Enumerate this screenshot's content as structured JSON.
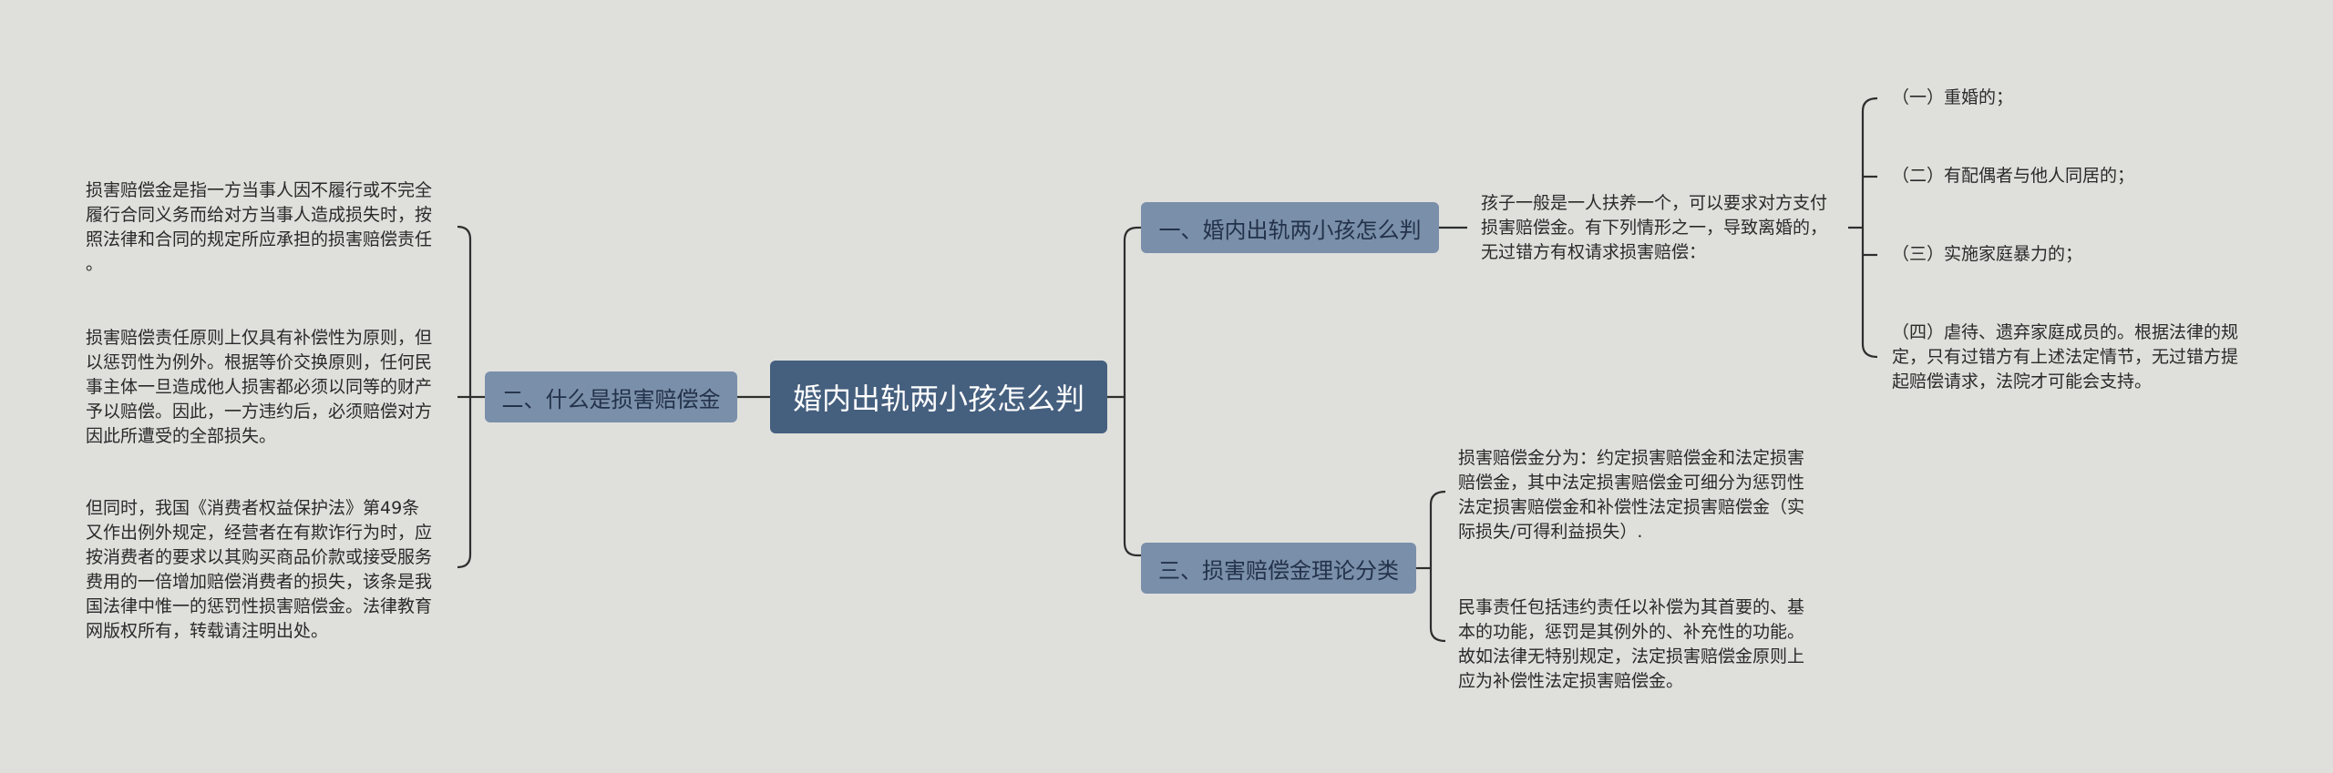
{
  "root": {
    "label": "婚内出轨两小孩怎么判"
  },
  "branches": {
    "left": {
      "label": "二、什么是损害赔偿金",
      "leaves": [
        [
          "损害赔偿金是指一方当事人因不履行或不完全",
          "履行合同义务而给对方当事人造成损失时，按",
          "照法律和合同的规定所应承担的损害赔偿责任",
          "。"
        ],
        [
          "损害赔偿责任原则上仅具有补偿性为原则，但",
          "以惩罚性为例外。根据等价交换原则，任何民",
          "事主体一旦造成他人损害都必须以同等的财产",
          "予以赔偿。因此，一方违约后，必须赔偿对方",
          "因此所遭受的全部损失。"
        ],
        [
          "但同时，我国《消费者权益保护法》第49条",
          "又作出例外规定，经营者在有欺诈行为时，应",
          "按消费者的要求以其购买商品价款或接受服务",
          "费用的一倍增加赔偿消费者的损失，该条是我",
          "国法律中惟一的惩罚性损害赔偿金。法律教育",
          "网版权所有，转载请注明出处。"
        ]
      ]
    },
    "right1": {
      "label": "一、婚内出轨两小孩怎么判",
      "intro": [
        "孩子一般是一人扶养一个，可以要求对方支付",
        "损害赔偿金。有下列情形之一，导致离婚的，",
        "无过错方有权请求损害赔偿："
      ],
      "items": [
        [
          "（一）重婚的；"
        ],
        [
          "（二）有配偶者与他人同居的；"
        ],
        [
          "（三）实施家庭暴力的；"
        ],
        [
          "（四）虐待、遗弃家庭成员的。根据法律的规",
          "定，只有过错方有上述法定情节，无过错方提",
          "起赔偿请求，法院才可能会支持。"
        ]
      ]
    },
    "right3": {
      "label": "三、损害赔偿金理论分类",
      "leaves": [
        [
          "损害赔偿金分为：约定损害赔偿金和法定损害",
          "赔偿金，其中法定损害赔偿金可细分为惩罚性",
          "法定损害赔偿金和补偿性法定损害赔偿金（实",
          "际损失/可得利益损失）."
        ],
        [
          "民事责任包括违约责任以补偿为其首要的、基",
          "本的功能，惩罚是其例外的、补充性的功能。",
          "故如法律无特别规定，法定损害赔偿金原则上",
          "应为补偿性法定损害赔偿金。"
        ]
      ]
    }
  }
}
